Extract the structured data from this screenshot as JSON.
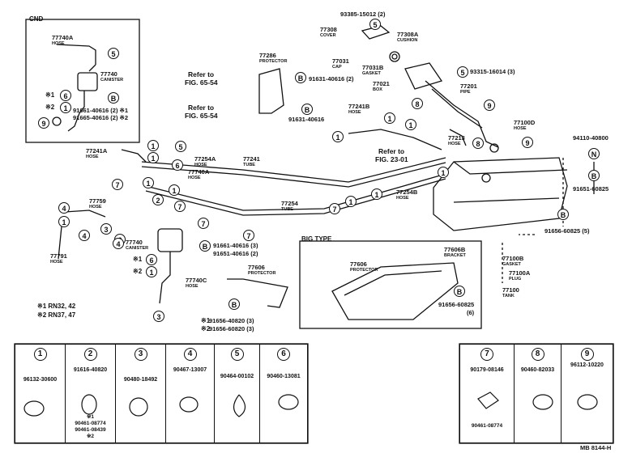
{
  "cnd": {
    "title": "CND",
    "hose_no": "77740A",
    "hose_name": "HOSE",
    "canister_no": "77740",
    "canister_name": "CANISTER",
    "part1": "91661-40616 (2) ※1",
    "part2": "91665-40616 (2) ※2"
  },
  "top": {
    "p1": "93385-15012 (2)",
    "cover_no": "77308",
    "cover_name": "COVER",
    "cushion_no": "77308A",
    "cushion_name": "CUSHION",
    "cap_no": "77031",
    "cap_name": "CAP",
    "gasket_no": "77031B",
    "gasket_name": "GASKET",
    "p2": "93315-16014 (3)",
    "box_no": "77021",
    "box_name": "BOX",
    "pipe_no": "77201",
    "pipe_name": "PIPE",
    "hose_d_no": "77100D",
    "hose_d_name": "HOSE",
    "hose13_no": "77213",
    "hose13_name": "HOSE"
  },
  "protector": {
    "no": "77286",
    "name": "PROTECTOR",
    "bolt1": "91631-40616 (2)",
    "bolt2": "91631-40616"
  },
  "refs": {
    "r1a": "Refer to",
    "r1b": "FIG. 65-54",
    "r2a": "Refer to",
    "r2b": "FIG. 65-54",
    "r3a": "Refer to",
    "r3b": "FIG. 23-01"
  },
  "lines": {
    "hose241b_no": "77241B",
    "hose241b_name": "HOSE",
    "hose241a_no": "77241A",
    "hose241a_name": "HOSE",
    "hose254a_no": "77254A",
    "hose254a_name": "HOSE",
    "hose740a_no": "77740A",
    "hose740a_name": "HOSE",
    "tube241_no": "77241",
    "tube241_name": "TUBE",
    "tube254_no": "77254",
    "tube254_name": "TUBE",
    "hose254b_no": "77254B",
    "hose254b_name": "HOSE",
    "hose759_no": "77759",
    "hose759_name": "HOSE",
    "hose791_no": "77791",
    "hose791_name": "HOSE"
  },
  "lower": {
    "canister_no": "77740",
    "canister_name": "CANISTER",
    "part1": "91661-40616 (3)",
    "part2": "91651-40616 (2)",
    "prot606_no": "77606",
    "prot606_name": "PROTECTOR",
    "hose740c_no": "77740C",
    "hose740c_name": "HOSE",
    "bolt1": "91656-40820 (3)",
    "bolt2": "91656-60820 (3)",
    "m1": "※1 RN32, 42",
    "m2": "※2 RN37, 47",
    "x1": "※1",
    "x2": "※2"
  },
  "tank": {
    "p_top": "94110-40800",
    "p_mid": "91651-60825",
    "p_low": "91656-60825 (5)",
    "gasket_no": "77100B",
    "gasket_name": "GASKET",
    "plug_no": "77100A",
    "plug_name": "PLUG",
    "tank_no": "77100",
    "tank_name": "TANK"
  },
  "big_type": {
    "title": "BIG TYPE",
    "prot_no": "77606",
    "prot_name": "PROTECTOR",
    "bracket_no": "77606B",
    "bracket_name": "BRACKET",
    "bolt": "91656-60825",
    "bolt_qty": "(6)"
  },
  "legend_left": [
    {
      "num": "1",
      "part": "96132-30600",
      "sub": ""
    },
    {
      "num": "2",
      "part": "91616-40820",
      "sub": "※1\n90461-08774\n90461-08439\n※2"
    },
    {
      "num": "3",
      "part": "90480-18492",
      "sub": ""
    },
    {
      "num": "4",
      "part": "90467-13007",
      "sub": ""
    },
    {
      "num": "5",
      "part": "90464-00102",
      "sub": ""
    },
    {
      "num": "6",
      "part": "90460-13081",
      "sub": ""
    }
  ],
  "legend_right": [
    {
      "num": "7",
      "part": "90179-08146",
      "sub": "90461-08774"
    },
    {
      "num": "8",
      "part": "90460-82033",
      "sub": ""
    },
    {
      "num": "9",
      "part": "96112-10220",
      "sub": ""
    }
  ],
  "footer": "MB 8144-H"
}
